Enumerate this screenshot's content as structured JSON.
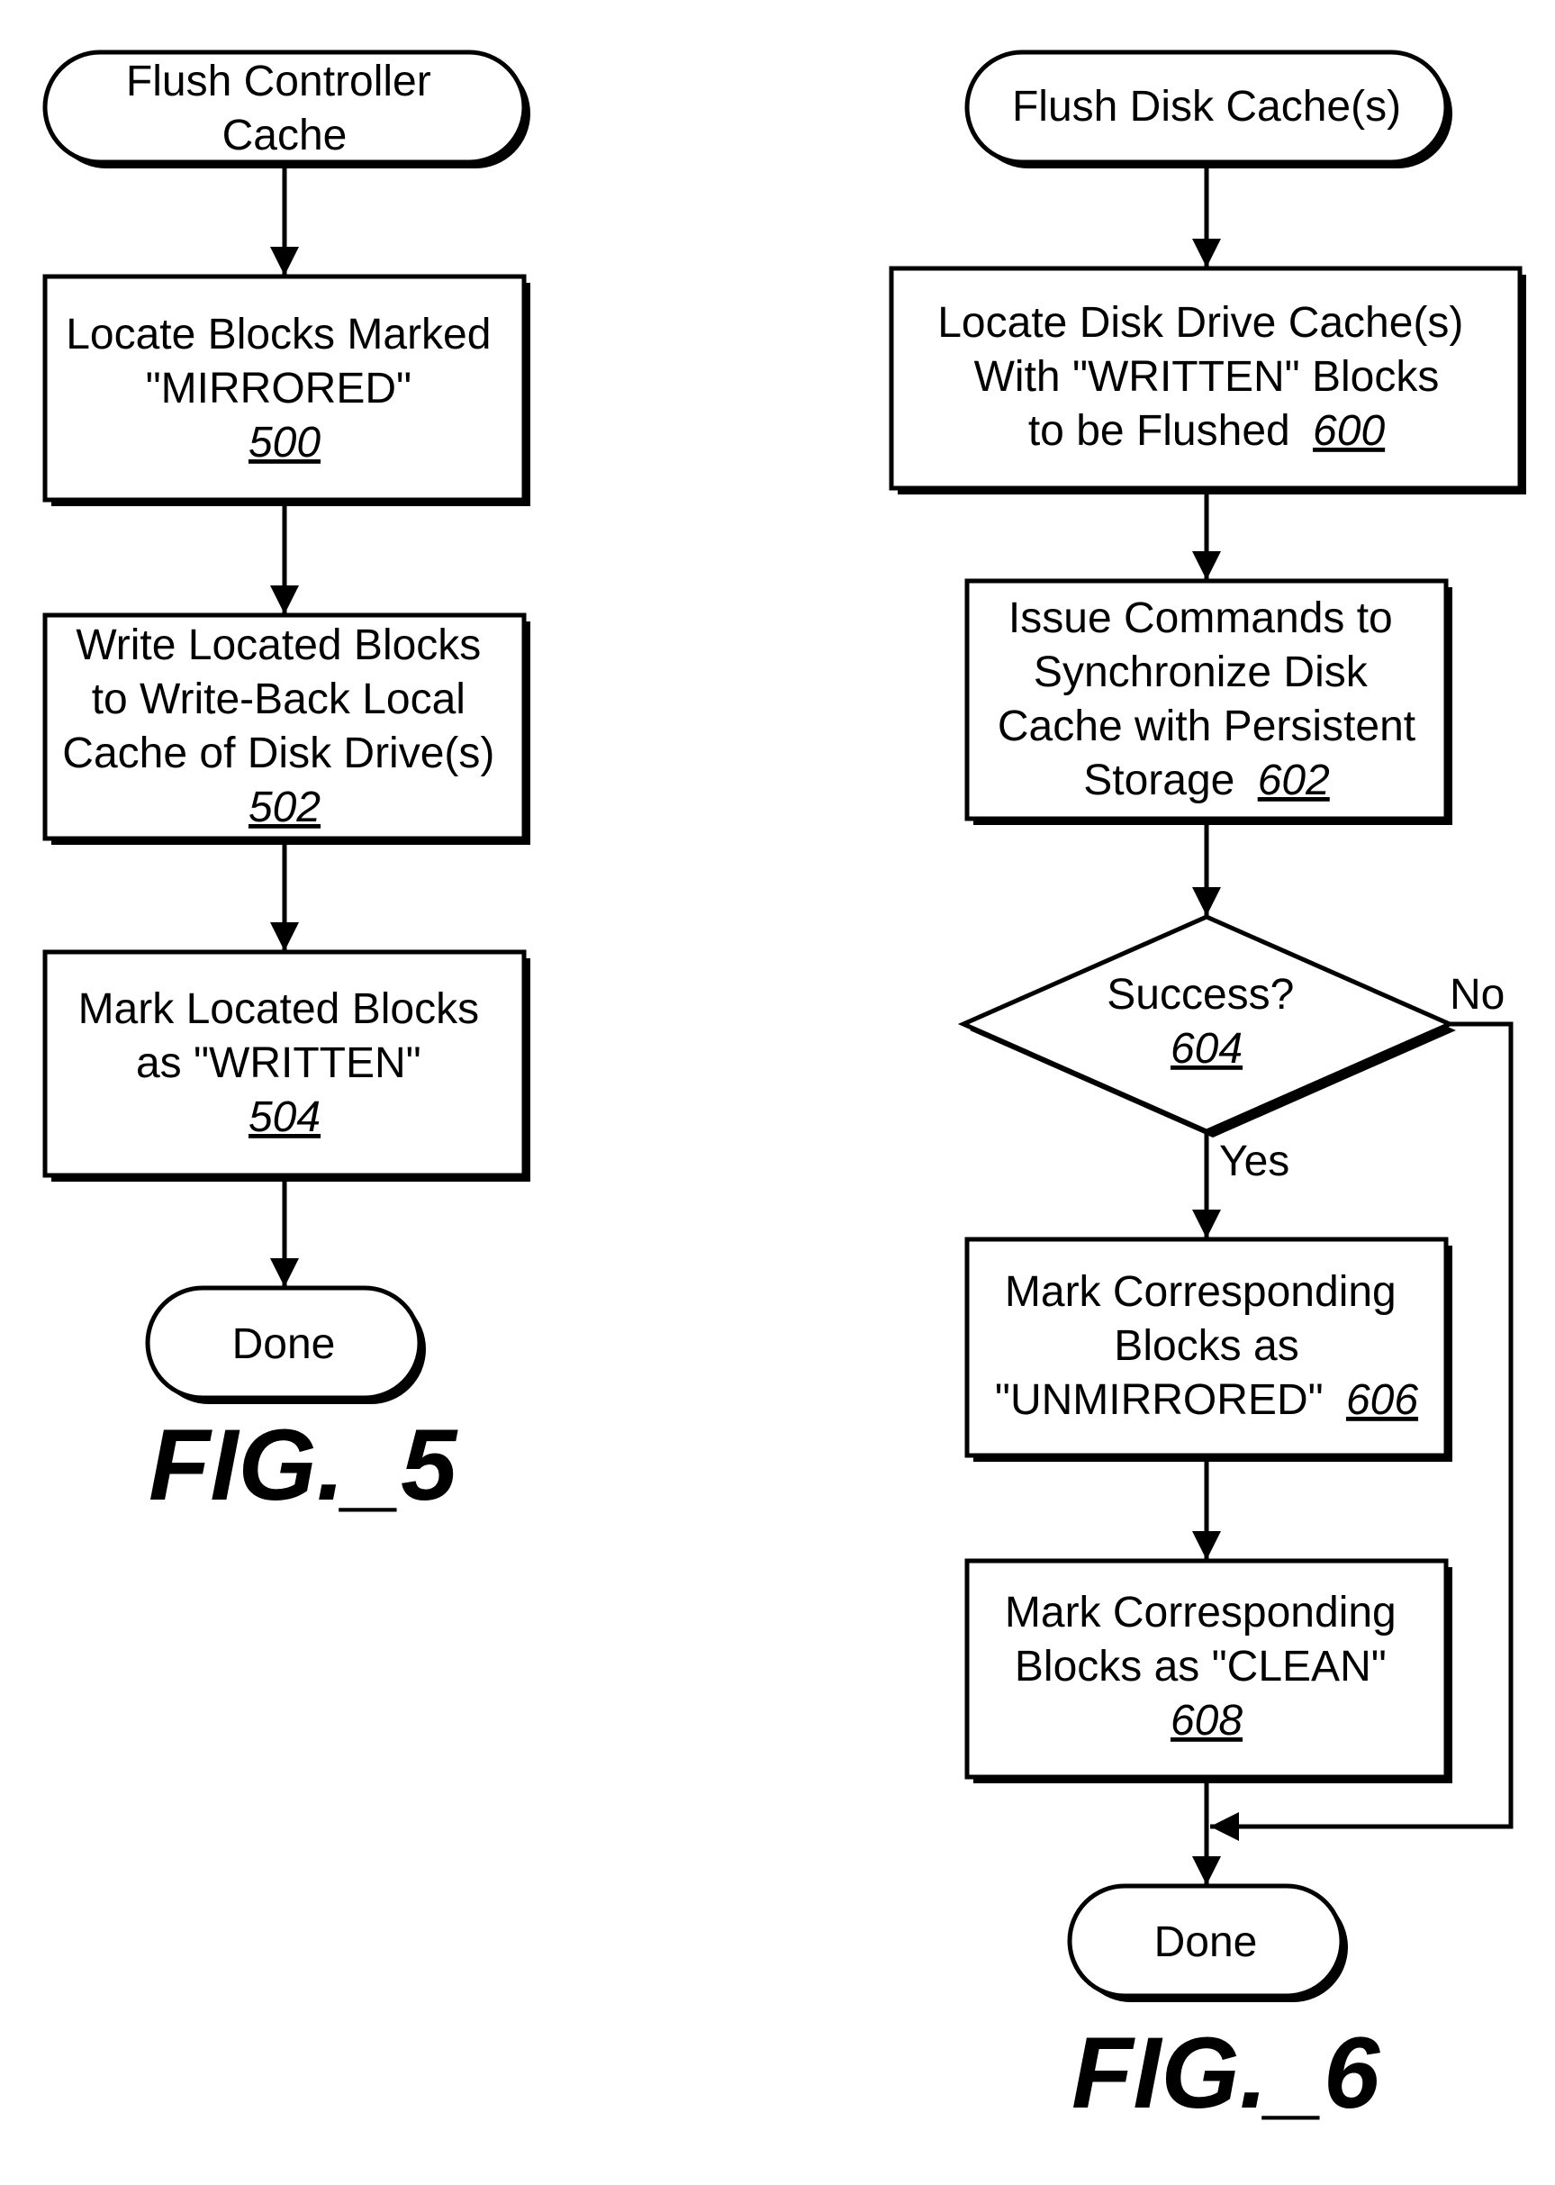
{
  "fig5": {
    "caption": "FIG._5",
    "start": {
      "lines": [
        "Flush Controller",
        "Cache"
      ]
    },
    "step_500": {
      "lines": [
        "Locate Blocks Marked",
        "\"MIRRORED\""
      ],
      "ref": "500"
    },
    "step_502": {
      "lines": [
        "Write Located Blocks",
        "to Write-Back Local",
        "Cache of Disk Drive(s)"
      ],
      "ref": "502"
    },
    "step_504": {
      "lines": [
        "Mark Located Blocks",
        "as \"WRITTEN\""
      ],
      "ref": "504"
    },
    "end": {
      "label": "Done"
    }
  },
  "fig6": {
    "caption": "FIG._6",
    "start": {
      "label": "Flush Disk Cache(s)"
    },
    "step_600": {
      "lines": [
        "Locate Disk Drive Cache(s)",
        "With \"WRITTEN\" Blocks"
      ],
      "tail_text": "to be Flushed",
      "ref": "600"
    },
    "step_602": {
      "lines": [
        "Issue Commands to",
        "Synchronize Disk",
        "Cache with Persistent"
      ],
      "tail_text": "Storage",
      "ref": "602"
    },
    "decision_604": {
      "label": "Success?",
      "ref": "604",
      "yes_label": "Yes",
      "no_label": "No"
    },
    "step_606": {
      "lines": [
        "Mark Corresponding",
        "Blocks as"
      ],
      "tail_text": "\"UNMIRRORED\"",
      "ref": "606"
    },
    "step_608": {
      "lines": [
        "Mark Corresponding",
        "Blocks as \"CLEAN\""
      ],
      "ref": "608"
    },
    "end": {
      "label": "Done"
    }
  }
}
